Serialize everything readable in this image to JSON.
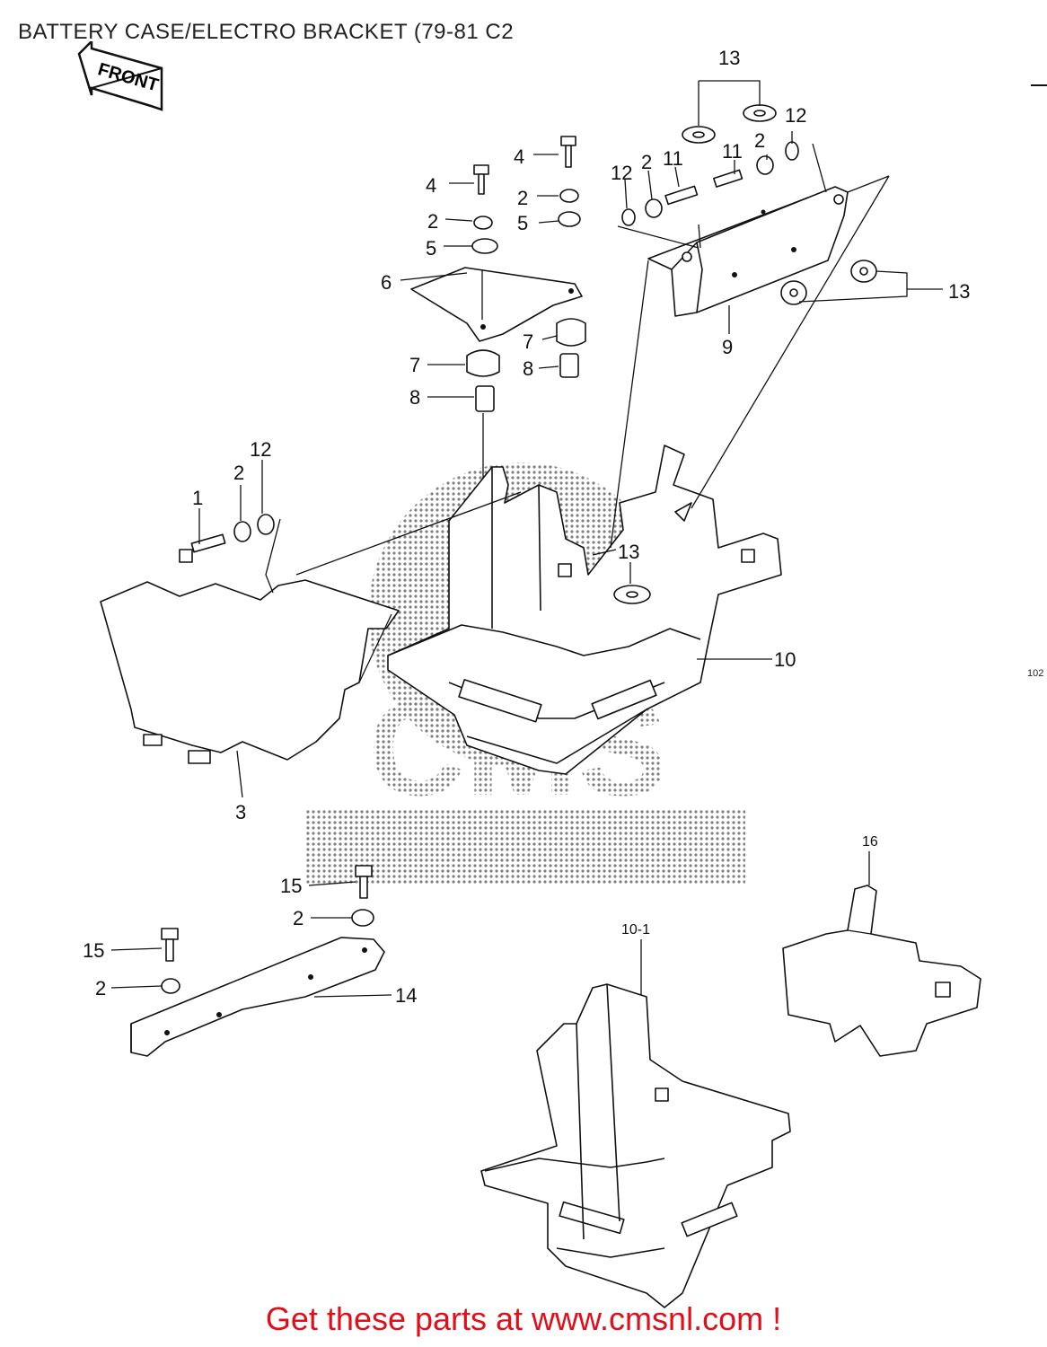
{
  "title": "BATTERY CASE/ELECTRO BRACKET (79-81 C2",
  "front_arrow_label": "FRONT",
  "ref_code": "102",
  "footer": "Get these parts at www.cmsnl.com !",
  "footer_color": "#e0101a",
  "watermark_text": "CMS",
  "callouts": [
    "13",
    "12",
    "2",
    "11",
    "11",
    "2",
    "12",
    "4",
    "4",
    "2",
    "2",
    "5",
    "5",
    "6",
    "7",
    "7",
    "8",
    "8",
    "13",
    "9",
    "1",
    "2",
    "12",
    "13",
    "10",
    "3",
    "16",
    "15",
    "2",
    "15",
    "2",
    "14",
    "10-1"
  ]
}
